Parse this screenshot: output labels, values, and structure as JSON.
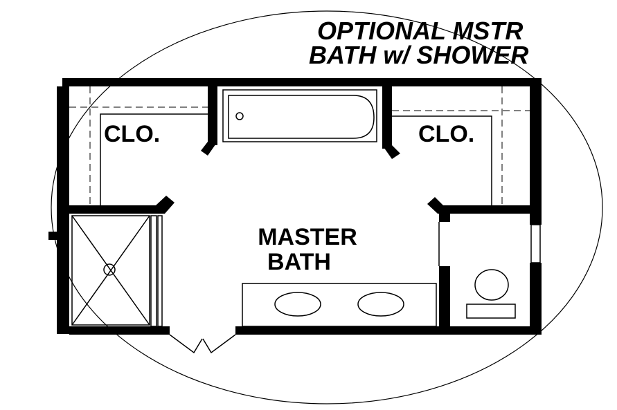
{
  "title": {
    "line1": "OPTIONAL MSTR",
    "line2": "BATH w/ SHOWER"
  },
  "rooms": {
    "closet_left": "CLO.",
    "closet_right": "CLO.",
    "master_line1": "MASTER",
    "master_line2": "BATH"
  }
}
